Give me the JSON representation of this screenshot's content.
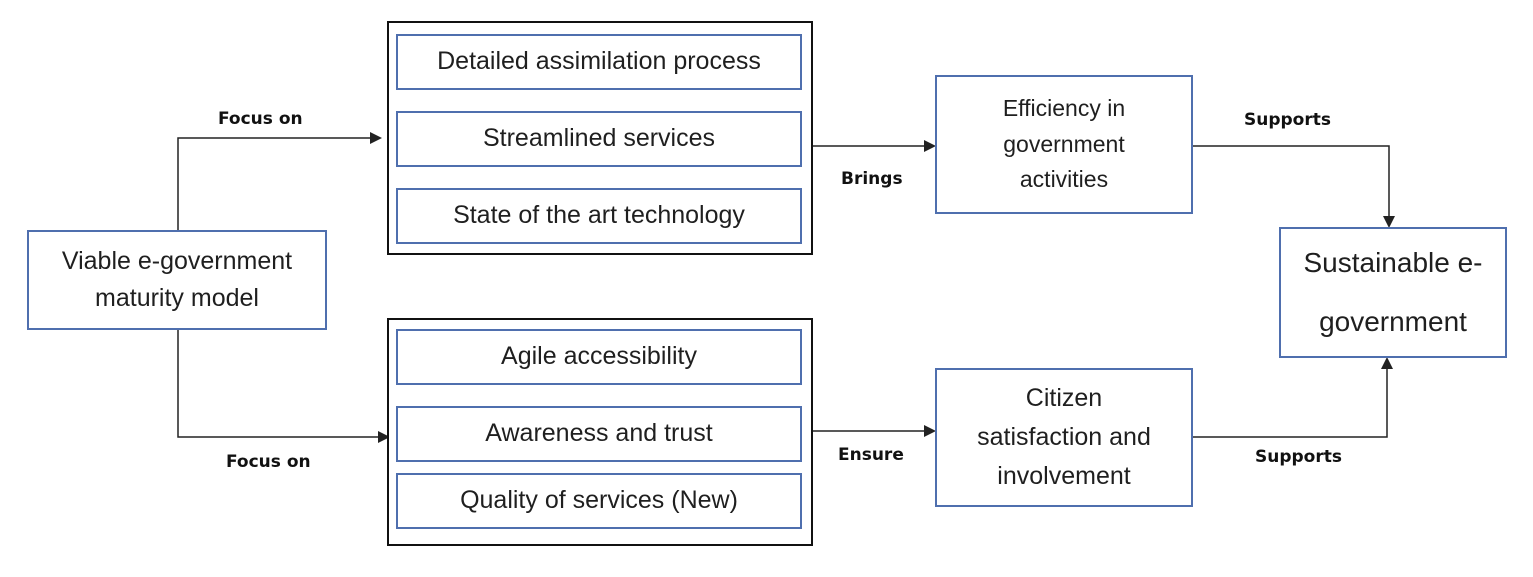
{
  "nodes": {
    "maturity_model": "Viable e-government maturity model",
    "efficiency": "Efficiency in government activities",
    "citizen": "Citizen satisfaction and involvement",
    "sustainable": "Sustainable e-government"
  },
  "top_group": {
    "items": [
      "Detailed assimilation process",
      "Streamlined services",
      "State of the art technology"
    ]
  },
  "bottom_group": {
    "items": [
      "Agile accessibility",
      "Awareness and trust",
      "Quality of services (New)"
    ]
  },
  "edge_labels": {
    "focus_top": "Focus on",
    "focus_bottom": "Focus on",
    "brings": "Brings",
    "ensure": "Ensure",
    "supports_top": "Supports",
    "supports_bottom": "Supports"
  },
  "colors": {
    "node_border": "#4f6fae",
    "group_border": "#111111",
    "connector": "#222222"
  }
}
